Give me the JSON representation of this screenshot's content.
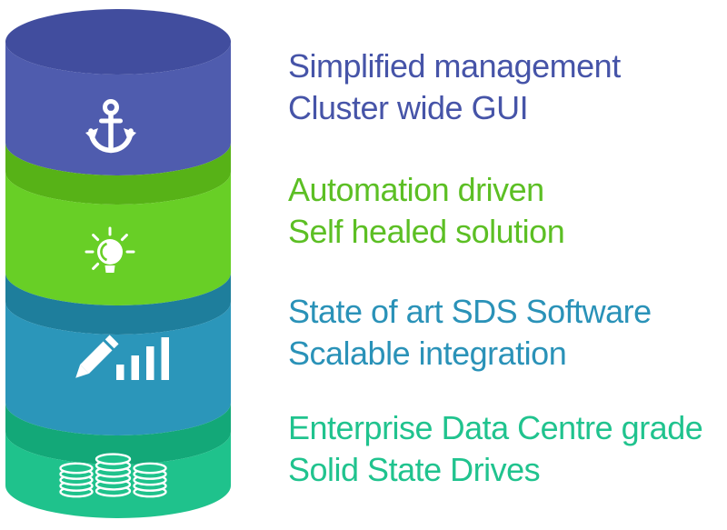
{
  "diagram": {
    "type": "stacked-cylinders-infographic",
    "background": "#ffffff",
    "icon_color": "#ffffff",
    "layers": [
      {
        "id": "management",
        "icon": "anchor-icon",
        "top_color": "#414d9e",
        "body_color": "#4f5cae",
        "text_color": "#4654a8",
        "lines": [
          "Simplified management",
          "Cluster wide GUI"
        ]
      },
      {
        "id": "automation",
        "icon": "lightbulb-icon",
        "top_color": "#57b217",
        "body_color": "#68cf26",
        "text_color": "#5cbf24",
        "lines": [
          "Automation driven",
          "Self healed solution"
        ]
      },
      {
        "id": "software",
        "icon": "pencil-chart-icon",
        "top_color": "#1e7e9c",
        "body_color": "#2b96ba",
        "text_color": "#2a92b8",
        "lines": [
          "State of art SDS Software",
          "Scalable integration"
        ]
      },
      {
        "id": "drives",
        "icon": "coins-icon",
        "top_color": "#13a878",
        "body_color": "#1fc28c",
        "text_color": "#20c38e",
        "lines": [
          "Enterprise Data Centre grade",
          "Solid State Drives"
        ]
      }
    ]
  }
}
